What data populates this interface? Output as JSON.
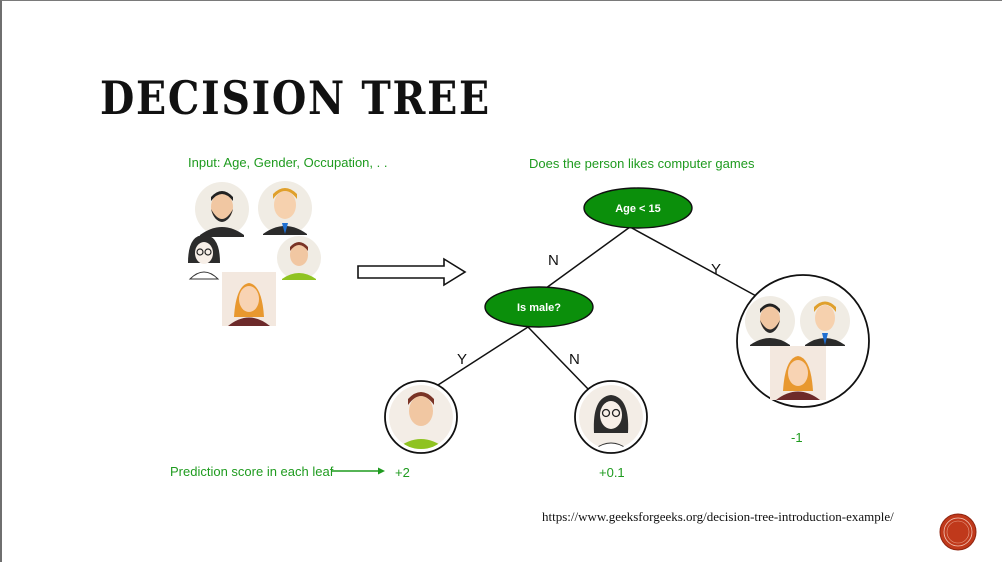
{
  "slide": {
    "title": "DECISION TREE",
    "input_label": "Input: Age, Gender, Occupation, . .",
    "question_label": "Does the person likes computer games",
    "reference": "https://www.geeksforgeeks.org/decision-tree-introduction-example/"
  },
  "tree": {
    "root": {
      "label": "Age < 15"
    },
    "inner": {
      "label": "Is male?"
    },
    "edges": {
      "root_no": "N",
      "root_yes": "Y",
      "inner_yes": "Y",
      "inner_no": "N"
    },
    "leaves": [
      {
        "score": "+2",
        "members": [
          "boy"
        ]
      },
      {
        "score": "+0.1",
        "members": [
          "girl-glasses"
        ]
      },
      {
        "score": "-1",
        "members": [
          "bearded-man",
          "blond-man-tie",
          "red-haired-woman"
        ]
      }
    ],
    "leaf_caption": "Prediction score in each leaf"
  },
  "colors": {
    "node_fill": "#0b8f0b",
    "edge": "#000000",
    "caption_green": "#1f9b1f",
    "button": "#c0391b"
  }
}
